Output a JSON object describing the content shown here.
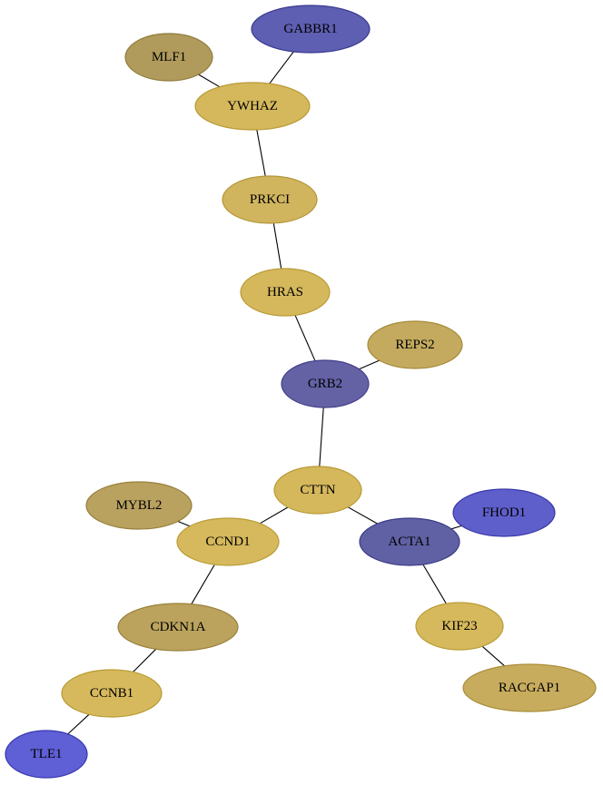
{
  "nodes": [
    {
      "id": "GABBR1",
      "label": "GABBR1",
      "fill": "#5e5eb2",
      "stroke": "#3a3a90"
    },
    {
      "id": "MLF1",
      "label": "MLF1",
      "fill": "#b09b5c",
      "stroke": "#8f7d3c"
    },
    {
      "id": "YWHAZ",
      "label": "YWHAZ",
      "fill": "#d5b85c",
      "stroke": "#b89a35"
    },
    {
      "id": "PRKCI",
      "label": "PRKCI",
      "fill": "#d1b55e",
      "stroke": "#b39638"
    },
    {
      "id": "HRAS",
      "label": "HRAS",
      "fill": "#d5b85c",
      "stroke": "#b89a35"
    },
    {
      "id": "REPS2",
      "label": "REPS2",
      "fill": "#c4aa5f",
      "stroke": "#a48b3a"
    },
    {
      "id": "GRB2",
      "label": "GRB2",
      "fill": "#6462a4",
      "stroke": "#42408a"
    },
    {
      "id": "CTTN",
      "label": "CTTN",
      "fill": "#d5b85c",
      "stroke": "#b89a35"
    },
    {
      "id": "MYBL2",
      "label": "MYBL2",
      "fill": "#b9a15f",
      "stroke": "#97803c"
    },
    {
      "id": "CCND1",
      "label": "CCND1",
      "fill": "#d6b95c",
      "stroke": "#b99b35"
    },
    {
      "id": "FHOD1",
      "label": "FHOD1",
      "fill": "#5f5fcb",
      "stroke": "#3838a8"
    },
    {
      "id": "ACTA1",
      "label": "ACTA1",
      "fill": "#6060a4",
      "stroke": "#3d3d88"
    },
    {
      "id": "CDKN1A",
      "label": "CDKN1A",
      "fill": "#bba35e",
      "stroke": "#99823b"
    },
    {
      "id": "KIF23",
      "label": "KIF23",
      "fill": "#d6b95c",
      "stroke": "#b99b35"
    },
    {
      "id": "CCNB1",
      "label": "CCNB1",
      "fill": "#d6b95c",
      "stroke": "#b99b35"
    },
    {
      "id": "RACGAP1",
      "label": "RACGAP1",
      "fill": "#c8ac5e",
      "stroke": "#a88d39"
    },
    {
      "id": "TLE1",
      "label": "TLE1",
      "fill": "#5f5fd6",
      "stroke": "#3737b0"
    }
  ],
  "edges": [
    {
      "from": "GABBR1",
      "to": "YWHAZ"
    },
    {
      "from": "MLF1",
      "to": "YWHAZ"
    },
    {
      "from": "YWHAZ",
      "to": "PRKCI"
    },
    {
      "from": "PRKCI",
      "to": "HRAS"
    },
    {
      "from": "HRAS",
      "to": "GRB2"
    },
    {
      "from": "REPS2",
      "to": "GRB2"
    },
    {
      "from": "GRB2",
      "to": "CTTN"
    },
    {
      "from": "CTTN",
      "to": "CCND1"
    },
    {
      "from": "CTTN",
      "to": "ACTA1"
    },
    {
      "from": "MYBL2",
      "to": "CCND1"
    },
    {
      "from": "FHOD1",
      "to": "ACTA1"
    },
    {
      "from": "CCND1",
      "to": "CDKN1A"
    },
    {
      "from": "ACTA1",
      "to": "KIF23"
    },
    {
      "from": "CDKN1A",
      "to": "CCNB1"
    },
    {
      "from": "KIF23",
      "to": "RACGAP1"
    },
    {
      "from": "CCNB1",
      "to": "TLE1"
    }
  ]
}
